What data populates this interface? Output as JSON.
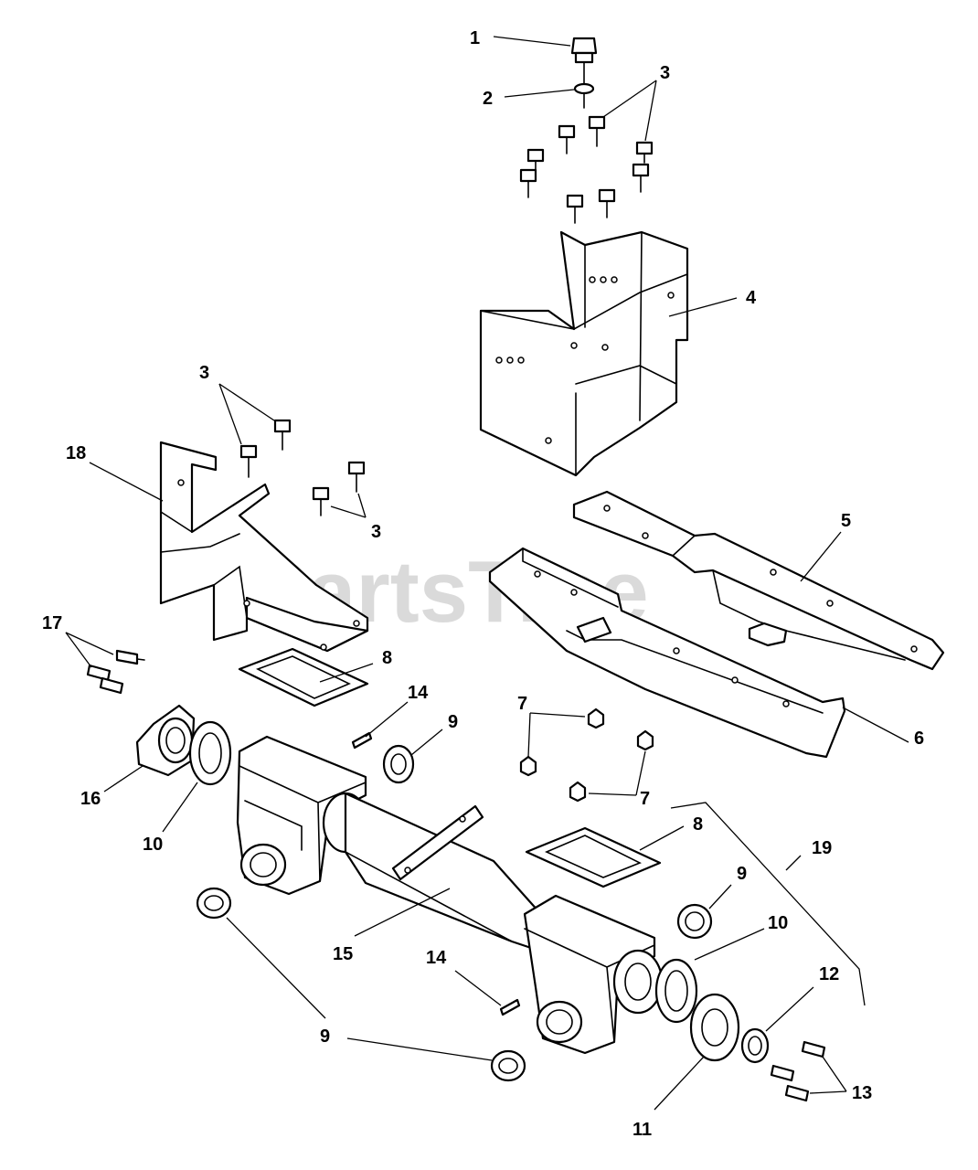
{
  "watermark": "PartsTree",
  "callouts": {
    "c1": "1",
    "c2": "2",
    "c3a": "3",
    "c3b": "3",
    "c3c": "3",
    "c4": "4",
    "c5": "5",
    "c6": "6",
    "c7a": "7",
    "c7b": "7",
    "c8a": "8",
    "c8b": "8",
    "c9a": "9",
    "c9b": "9",
    "c9c": "9",
    "c10a": "10",
    "c10b": "10",
    "c11": "11",
    "c12": "12",
    "c13": "13",
    "c14a": "14",
    "c14b": "14",
    "c15": "15",
    "c16": "16",
    "c17": "17",
    "c18": "18",
    "c19": "19"
  }
}
